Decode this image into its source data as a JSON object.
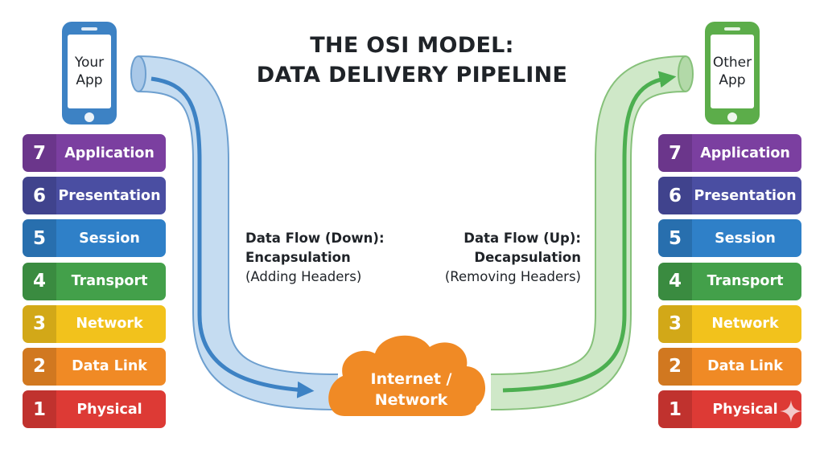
{
  "title": [
    "THE OSI MODEL:",
    "DATA DELIVERY PIPELINE"
  ],
  "left_device": {
    "label": [
      "Your",
      "App"
    ],
    "color": "#3d82c4"
  },
  "right_device": {
    "label": [
      "Other",
      "App"
    ],
    "color": "#5cad4a"
  },
  "layers": [
    {
      "number": "7",
      "name": "Application",
      "color": "#7b3fa0"
    },
    {
      "number": "6",
      "name": "Presentation",
      "color": "#4a4ea2"
    },
    {
      "number": "5",
      "name": "Session",
      "color": "#2f80c8"
    },
    {
      "number": "4",
      "name": "Transport",
      "color": "#43a04a"
    },
    {
      "number": "3",
      "name": "Network",
      "color": "#f2c21c"
    },
    {
      "number": "2",
      "name": "Data Link",
      "color": "#f08a25"
    },
    {
      "number": "1",
      "name": "Physical",
      "color": "#dd3a35"
    }
  ],
  "flow_down": {
    "heading": "Data Flow (Down):",
    "subheading": "Encapsulation",
    "note": "(Adding Headers)",
    "color": "#3d82c4"
  },
  "flow_up": {
    "heading": "Data Flow (Up):",
    "subheading": "Decapsulation",
    "note": "(Removing Headers)",
    "color": "#4caf50"
  },
  "cloud": {
    "label": [
      "Internet /",
      "Network"
    ],
    "color": "#f08a25"
  }
}
